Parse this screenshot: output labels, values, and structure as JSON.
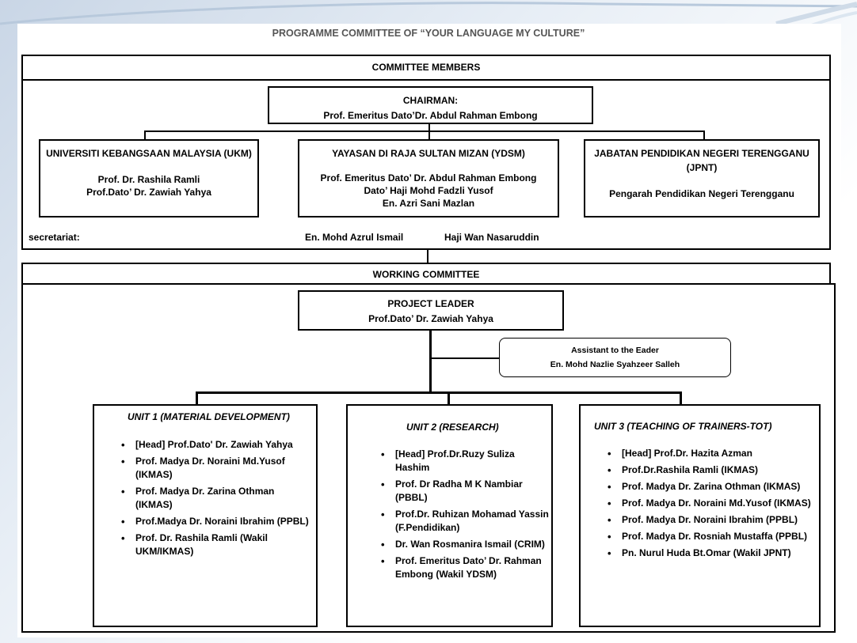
{
  "title": "PROGRAMME COMMITTEE OF  “YOUR LANGUAGE MY CULTURE”",
  "committee": {
    "header": "COMMITTEE MEMBERS",
    "chairman_label": "CHAIRMAN:",
    "chairman_name": "Prof. Emeritus Dato’Dr. Abdul Rahman Embong",
    "orgs": [
      {
        "name": "UNIVERSITI KEBANGSAAN MALAYSIA (UKM)",
        "members": [
          "Prof. Dr. Rashila Ramli",
          "Prof.Dato’ Dr. Zawiah Yahya"
        ]
      },
      {
        "name": "YAYASAN DI RAJA SULTAN MIZAN (YDSM)",
        "members": [
          "Prof. Emeritus Dato’ Dr.  Abdul Rahman Embong",
          "Dato’ Haji Mohd Fadzli Yusof",
          "En. Azri Sani Mazlan"
        ]
      },
      {
        "name_line1": "JABATAN PENDIDIKAN NEGERI TERENGGANU",
        "name_line2": "(JPNT)",
        "members": [
          "Pengarah Pendidikan Negeri Terengganu"
        ]
      }
    ],
    "secretariat_label": "secretariat:",
    "secretariat": [
      "En. Mohd Azrul Ismail",
      "Haji Wan Nasaruddin"
    ]
  },
  "working": {
    "header": "WORKING COMMITTEE",
    "leader_label": "PROJECT LEADER",
    "leader_name": "Prof.Dato’ Dr. Zawiah Yahya",
    "assistant_label": "Assistant to the Eader",
    "assistant_name": "En. Mohd Nazlie Syahzeer Salleh",
    "units": [
      {
        "title": "UNIT 1 (MATERIAL DEVELOPMENT)",
        "members": [
          "[Head] Prof.Dato' Dr. Zawiah Yahya",
          "Prof. Madya Dr. Noraini Md.Yusof (IKMAS)",
          "Prof. Madya Dr. Zarina Othman (IKMAS)",
          "Prof.Madya Dr. Noraini Ibrahim (PPBL)",
          "Prof. Dr. Rashila Ramli (Wakil UKM/IKMAS)"
        ]
      },
      {
        "title": "UNIT 2 (RESEARCH)",
        "members": [
          "[Head] Prof.Dr.Ruzy Suliza Hashim",
          "Prof. Dr Radha M K Nambiar (PBBL)",
          "Prof.Dr. Ruhizan Mohamad Yassin (F.Pendidikan)",
          "Dr. Wan Rosmanira Ismail (CRIM)",
          "Prof. Emeritus Dato’ Dr. Rahman Embong (Wakil YDSM)"
        ]
      },
      {
        "title": "UNIT 3 (TEACHING OF TRAINERS-TOT)",
        "members": [
          "[Head] Prof.Dr. Hazita Azman",
          "Prof.Dr.Rashila Ramli (IKMAS)",
          "Prof. Madya Dr. Zarina Othman (IKMAS)",
          "Prof. Madya Dr. Noraini Md.Yusof (IKMAS)",
          "Prof. Madya Dr. Noraini Ibrahim (PPBL)",
          "Prof. Madya Dr. Rosniah Mustaffa (PPBL)",
          "Pn. Nurul Huda Bt.Omar (Wakil JPNT)"
        ]
      }
    ]
  }
}
